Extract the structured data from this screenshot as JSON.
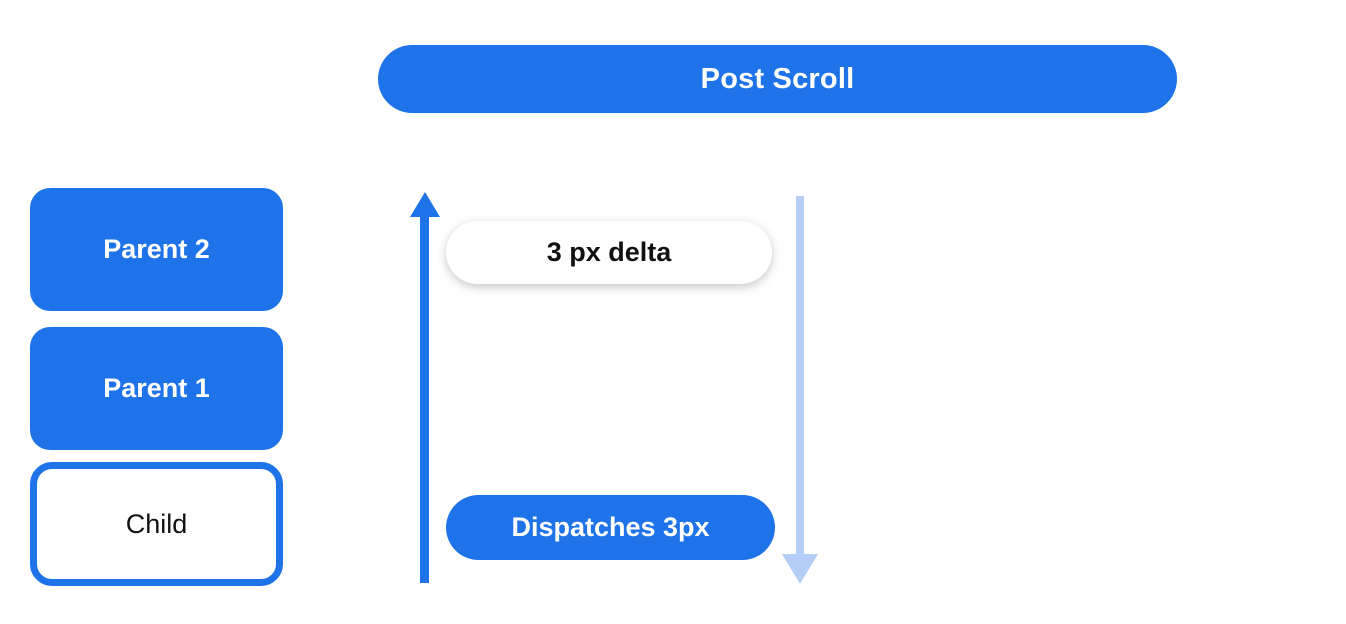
{
  "diagram": {
    "title_banner": {
      "label": "Post Scroll"
    },
    "boxes": [
      {
        "label": "Parent 2",
        "variant": "filled"
      },
      {
        "label": "Parent 1",
        "variant": "filled"
      },
      {
        "label": "Child",
        "variant": "outlined"
      }
    ],
    "annotations": {
      "delta_label": "3 px delta",
      "dispatch_label": "Dispatches 3px"
    },
    "arrows": [
      {
        "name": "scroll-up-arrow",
        "direction": "up",
        "color": "#1F73E8"
      },
      {
        "name": "scroll-down-arrow",
        "direction": "down",
        "color": "#B5CEF7"
      }
    ],
    "colors": {
      "primary_blue": "#1F73E8",
      "light_blue": "#B5CEF7",
      "background": "#FFFFFF",
      "text_dark": "#111111",
      "text_light": "#FFFFFF"
    }
  }
}
